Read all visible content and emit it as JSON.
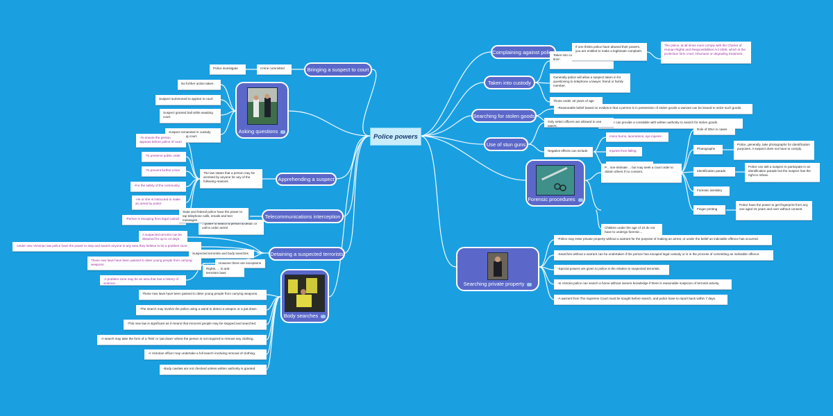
{
  "central": {
    "label": "Police powers"
  },
  "topics": {
    "bringing": "Bringing a suspect to court",
    "asking": "Asking questions",
    "apprehending": "Apprehending a suspect",
    "telecom": "Telecommunications interception",
    "detaining": "Detaining a suspected terrorists",
    "body": "Body searches",
    "complaining": "Complaining against police",
    "custody": "Taken into custody",
    "stolen": "Searching for stolen goods",
    "stun": "Use of stun guns",
    "forensic": "Forensic procedures",
    "private": "Searching private property"
  },
  "notes": {
    "police_investigate": "Police investigate",
    "crime_committed": "Crime committed",
    "no_further": "No further action taken.",
    "summoned": "Suspect summoned to appear in court",
    "bail": "Suspect granted bail while awaiting court.",
    "remanded": "Suspect remanded in custody while awaiting court.",
    "ensure_appears": "-To ensure the person appears before police of court",
    "preserve_peace": "-To preserve public order",
    "prevent_crime": "-To prevent further crime",
    "safety": "-For the safety of the community",
    "instructed": "-He or she is instructed to make an arrest by police",
    "escaping": "-Person is escaping from legal custody",
    "law_states": "The law states that a person may be arrested by anyone for any of the following reasons.",
    "state_federal": "State and federal police have the power to tap telephone calls, emails and text messages.",
    "power_to_search": "...power to search a person & detain or call to order arrest",
    "suspected_detained": "A suspected terrorist can be detained for up to 14 days.",
    "under_new": "-Under new Victorian law police have the power to stop and search anyone in any area they believe to be a problem zone.",
    "suspected_terrorists": "Suspected terrorists and body searches",
    "however": "However there are exceptions",
    "rights": "Rights, ... to anti-terrorism laws",
    "new_laws_pink": "These new laws have been passed to deter young people from carrying weapons.",
    "problem_zone": "-A problem zone may be an area that has a history of violence.",
    "new_laws": "These new laws have been passed to deter young people from carrying weapons.",
    "wand": "-The search may involve the police using a wand to detect a weapon or a pat down.",
    "significant": "-This new law is significant as it means that innocent people may be stopped and searched.",
    "frisk": "-A search may take the form of a 'frisk' or 'pat down' where the person is not required to remove any clothing.",
    "full_search": "-A Victorian officer may undertake a full search involving removal of clothing.",
    "cavities": "-Body cavities are not checked unless written authority is granted.",
    "if_one_thinks": "If one thinks police have abused their powers, you are entitled to make a legitimate complaint.",
    "taken_into": "Taken into custody... questioned f... time'.",
    "charter": "The police, at all times must comply with the Charter of Human Rights and Responsibilities Act 2006, which is the protection form cruel, inhumane or degrading treatment.",
    "generally": "Generally police will allow a suspect taken in for questioning to telephone a lawyer, friend or family member.",
    "under_18": "Those under 18 years of age",
    "reasonable": "-Reasonable belief based on evidence that a person is in possession of stolen goods a warrant can be issued to seize such goods.",
    "inspector": "...spector can provide a constable with written authority to search for stolen goods.",
    "only_select": "Only select officers are allowed to use tasers.",
    "negative": "Negative effects can include",
    "minor_burns": "minor burns, lacerations, eye injuries",
    "injuries_falling": "Injuries from falling",
    "spinal": "spinal and muscle injuries",
    "non_intimate": "P... non-intimate ... but may seek a court order to obtain others if no consent.",
    "role_dna": "Role of DNA in cases",
    "photographs": "Photographs",
    "photo_desc": "Police, generally, take photographs for identification purposes. A suspect does not have to comply.",
    "id_parade": "Identification parade",
    "id_parade_desc": "Police can ask a suspect to participate in an identification parade but the suspect has the right to refuse.",
    "forensic_dentistry": "Forensic dentistry",
    "finger_printing": "Finger printing",
    "finger_desc": "Police have the power to get fingerprint from any one aged 15 years and over without consent.",
    "children": "Children under the age of 10 do not have to undergo forensic...",
    "p1": "-Police may enter private property without a warrant for the purpose of making an arrest, or under the belief an indictable offence has occurred.",
    "p2": "-Searches without a warrant can be undertaken if the person has escaped legal custody or is in the process of committing an indictable offence.",
    "p3": "-Special powers are given to police in the relation to suspected terrorists.",
    "p4": "-In Victoria police can search a home without owners knowledge if there is reasonable suspicion of terrorist activity.",
    "p5": "-A warrant from The Supreme Court must be sought before search, and police have to report back within 7 days."
  }
}
